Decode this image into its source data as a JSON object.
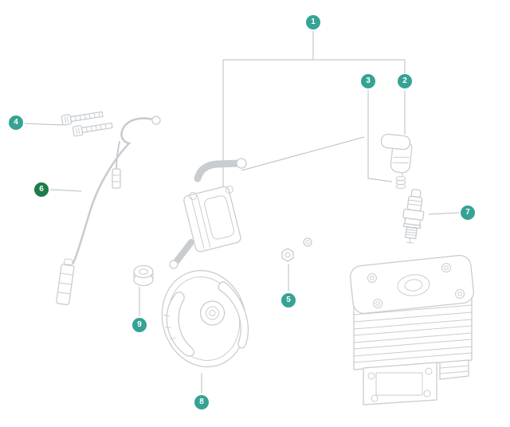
{
  "colors": {
    "line_art": "#C8CDD2",
    "callout_line": "#B8BDC2",
    "badge_text": "#FFFFFF",
    "badge_teal": "#35A394",
    "badge_green": "#1C7C4A"
  },
  "callouts": [
    {
      "label": "1",
      "color": "#35A394"
    },
    {
      "label": "2",
      "color": "#35A394"
    },
    {
      "label": "3",
      "color": "#35A394"
    },
    {
      "label": "4",
      "color": "#35A394"
    },
    {
      "label": "5",
      "color": "#35A394"
    },
    {
      "label": "6",
      "color": "#1C7C4A"
    },
    {
      "label": "7",
      "color": "#35A394"
    },
    {
      "label": "8",
      "color": "#35A394"
    },
    {
      "label": "9",
      "color": "#35A394"
    }
  ]
}
